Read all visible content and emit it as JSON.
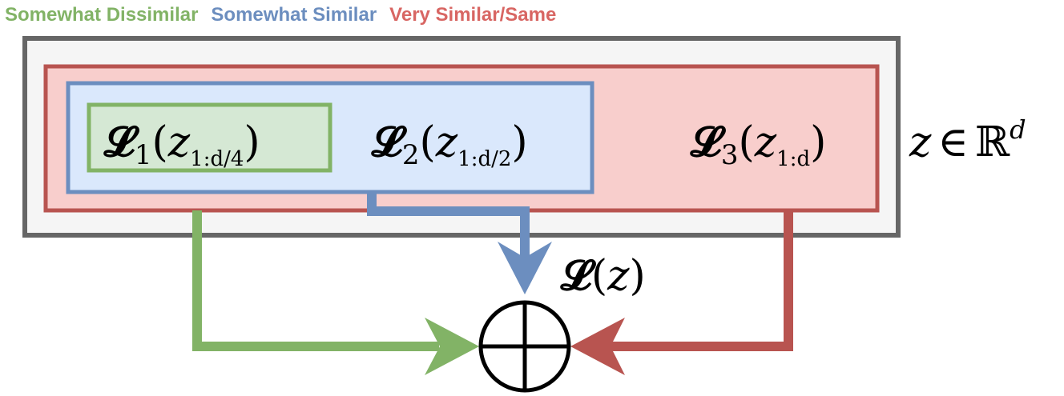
{
  "legend": {
    "somewhat_dissimilar": "Somewhat Dissimilar",
    "somewhat_similar": "Somewhat Similar",
    "very_similar": "Very Similar/Same"
  },
  "colors": {
    "green": "#82b366",
    "blue": "#6c8ebf",
    "red": "#b85450",
    "green_fill": "#d5e8d4",
    "blue_fill": "#dae8fc",
    "red_fill": "#f8cecc",
    "outer_fill": "#f5f5f5",
    "outer_stroke": "#666666"
  },
  "labels": {
    "loss1": {
      "base": "𝓛",
      "sub": "1",
      "arg": "z",
      "arg_sub": "1:d/4"
    },
    "loss2": {
      "base": "𝓛",
      "sub": "2",
      "arg": "z",
      "arg_sub": "1:d/2"
    },
    "loss3": {
      "base": "𝓛",
      "sub": "3",
      "arg": "z",
      "arg_sub": "1:d"
    },
    "total_loss": {
      "base": "𝓛",
      "arg": "z"
    },
    "space": {
      "var": "z",
      "in": "∈",
      "set": "ℝ",
      "sup": "d"
    }
  }
}
